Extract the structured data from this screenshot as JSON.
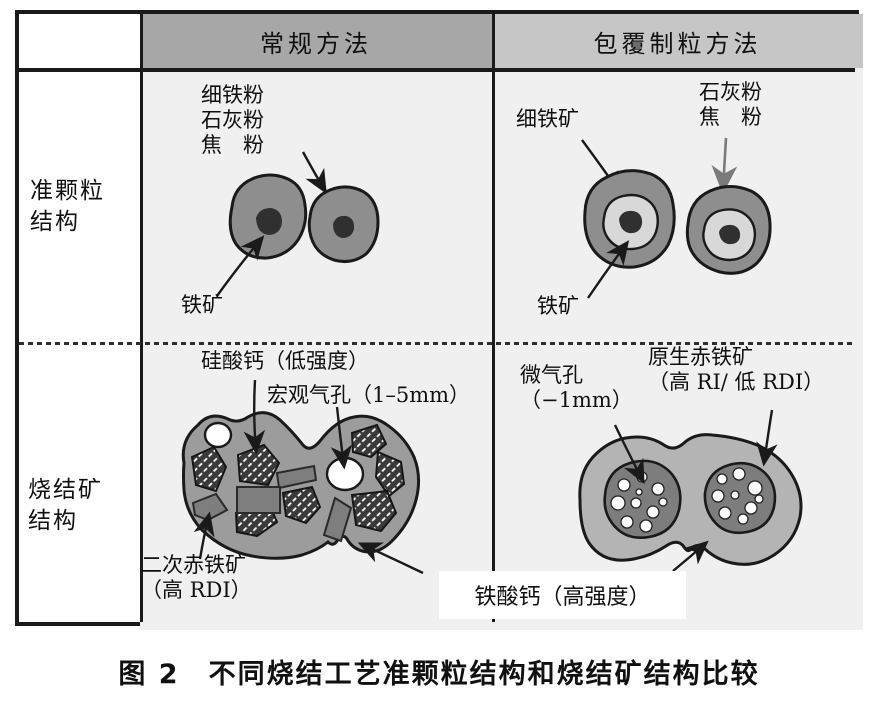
{
  "table": {
    "header": {
      "conventional": "常规方法",
      "coating": "包覆制粒方法"
    },
    "row_labels": {
      "quasi_particle": "准颗粒\n结构",
      "sinter": "烧结矿\n结构"
    }
  },
  "conventional_quasi": {
    "raw_materials": "细铁粉\n石灰粉\n焦　粉",
    "iron_ore": "铁矿"
  },
  "coating_quasi": {
    "fine_iron_ore": "细铁矿",
    "lime_coke": "石灰粉\n焦　粉",
    "iron_ore": "铁矿"
  },
  "conventional_sinter": {
    "calcium_silicate": "硅酸钙（低强度）",
    "macro_pores": "宏观气孔（1–5mm）",
    "secondary_hematite": "二次赤铁矿\n（高 RDI）"
  },
  "coating_sinter": {
    "micro_pores": "微气孔\n（−1mm）",
    "primary_hematite": "原生赤铁矿\n（高 RI/ 低 RDI）"
  },
  "shared": {
    "calcium_ferrite": "铁酸钙（高强度）"
  },
  "caption": "图 2　不同烧结工艺准颗粒结构和烧结矿结构比较",
  "colors": {
    "header_conventional_bg": "#a7a7a7",
    "header_coating_bg": "#c6c6c6",
    "cell_bg": "#f0f0f0",
    "border": "#1a1a1a",
    "granule_fill": "#8e8e8e",
    "granule_core": "#303030",
    "coating_ring": "#d8d8d8",
    "sinter_body": "#9c9c9c",
    "gray_phase": "#7e7e7e",
    "coating_sinter_shell": "#b4b4b4",
    "coating_sinter_inner": "#7d7d7d",
    "arrow_gray": "#7a7a7a"
  }
}
